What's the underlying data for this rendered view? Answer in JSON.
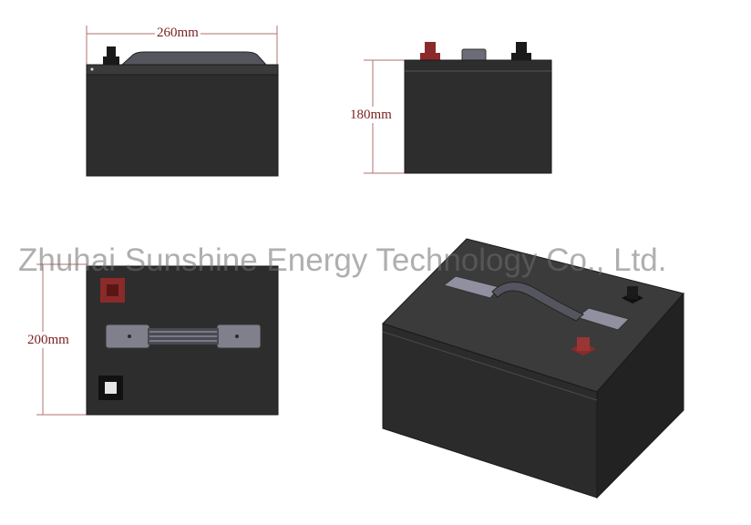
{
  "dimensions": {
    "width_label": "260mm",
    "height_label": "180mm",
    "depth_label": "200mm"
  },
  "watermark": "Zhuhai Sunshine Energy Technology Co., Ltd.",
  "colors": {
    "body": "#2d2d2d",
    "body_dark": "#242424",
    "body_light": "#3a3a3a",
    "handle": "#7f7f8a",
    "positive_terminal": "#8b2a2a",
    "negative_terminal": "#1a1a1a",
    "dimension_line": "#b07070",
    "dimension_text": "#7a1f1f"
  }
}
